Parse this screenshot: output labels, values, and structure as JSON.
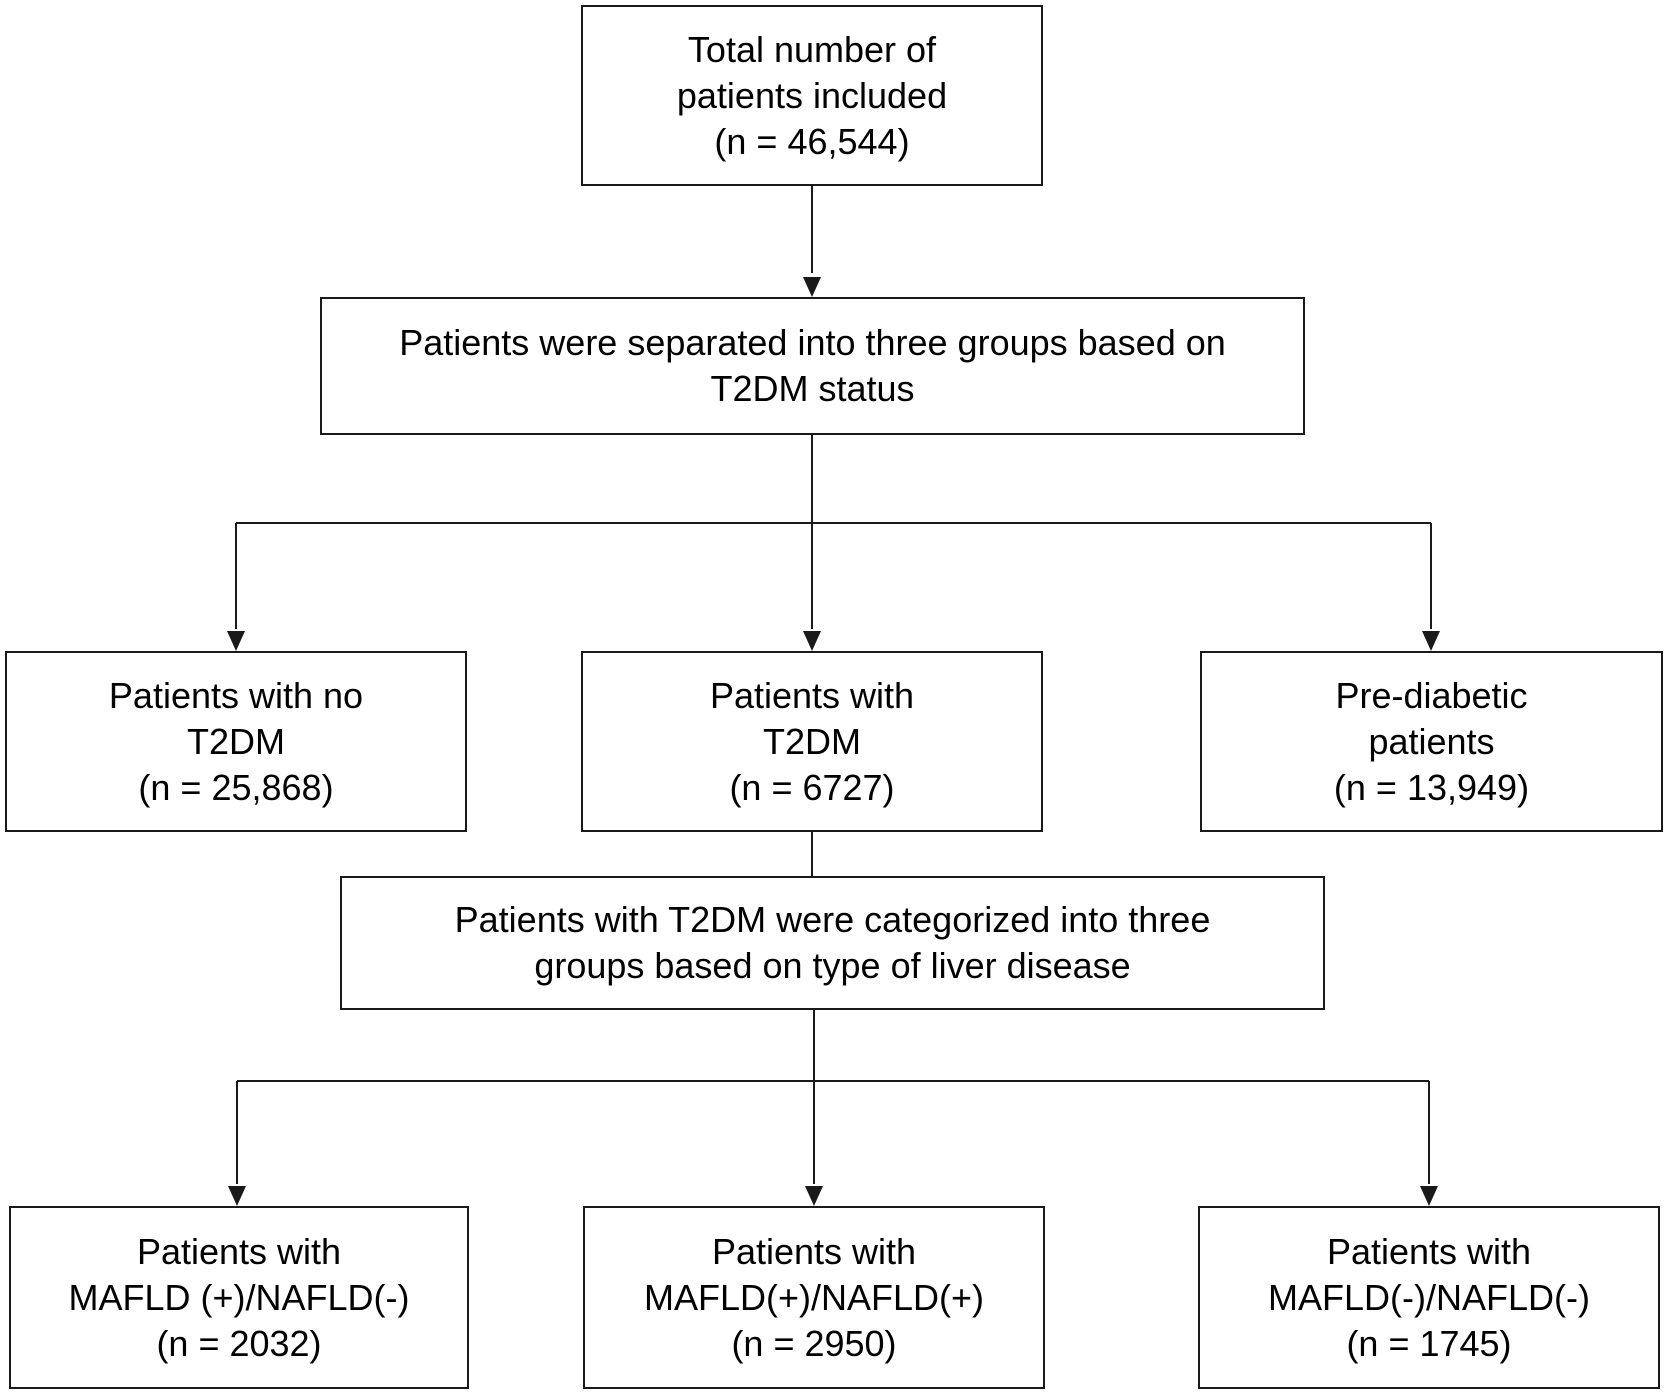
{
  "flowchart": {
    "total": {
      "lines": [
        "Total number of",
        "patients included",
        "(n = 46,544)"
      ]
    },
    "separation": {
      "lines": [
        "Patients were separated into three groups based on",
        "T2DM status"
      ]
    },
    "no_t2dm": {
      "lines": [
        "Patients with no",
        "T2DM",
        "(n = 25,868)"
      ]
    },
    "with_t2dm": {
      "lines": [
        "Patients with",
        "T2DM",
        "(n = 6727)"
      ]
    },
    "prediabetic": {
      "lines": [
        "Pre-diabetic",
        "patients",
        "(n = 13,949)"
      ]
    },
    "categorization": {
      "lines": [
        "Patients with T2DM were categorized into three",
        "groups based on type of liver disease"
      ]
    },
    "mafld_only": {
      "lines": [
        "Patients with",
        "MAFLD (+)/NAFLD(-)",
        "(n = 2032)"
      ]
    },
    "mafld_nafld": {
      "lines": [
        "Patients with",
        "MAFLD(+)/NAFLD(+)",
        "(n = 2950)"
      ]
    },
    "neither": {
      "lines": [
        "Patients with",
        "MAFLD(-)/NAFLD(-)",
        "(n = 1745)"
      ]
    },
    "colors": {
      "line": "#1a1a1a",
      "box_border": "#1a1a1a",
      "background": "#ffffff",
      "text": "#000000"
    }
  }
}
